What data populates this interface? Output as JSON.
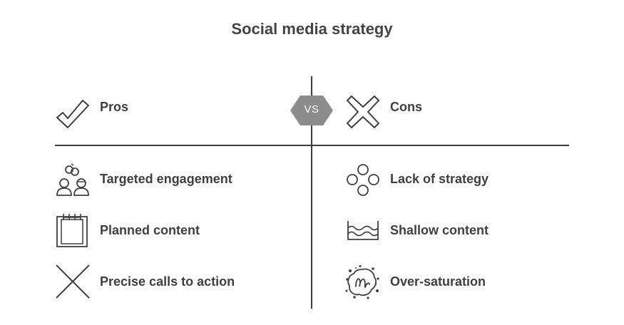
{
  "title": "Social media strategy",
  "vs_label": "VS",
  "pros": {
    "heading": "Pros",
    "heading_icon": "checkmark-icon",
    "items": [
      {
        "label": "Targeted engagement",
        "icon": "people-link-icon"
      },
      {
        "label": "Planned content",
        "icon": "calendar-icon"
      },
      {
        "label": "Precise calls to action",
        "icon": "cross-lines-icon"
      }
    ]
  },
  "cons": {
    "heading": "Cons",
    "heading_icon": "x-mark-icon",
    "items": [
      {
        "label": "Lack of strategy",
        "icon": "scattered-circles-icon"
      },
      {
        "label": "Shallow content",
        "icon": "shallow-water-icon"
      },
      {
        "label": "Over-saturation",
        "icon": "splash-icon"
      }
    ]
  },
  "colors": {
    "text": "#3f3f3f",
    "line": "#3f3f3f",
    "vs_badge": "#8c8c8c",
    "background": "#ffffff"
  }
}
